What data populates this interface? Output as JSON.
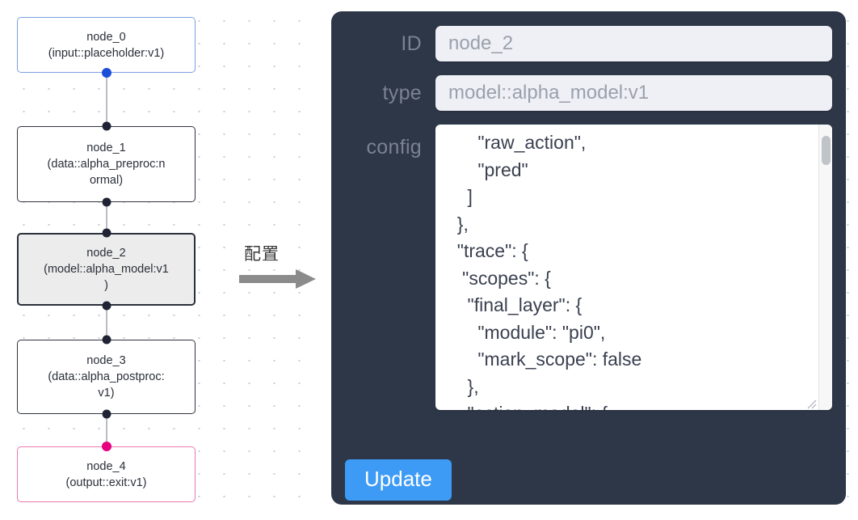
{
  "graph": {
    "nodes": [
      {
        "id": "node_0",
        "type_line": "(input::placeholder:v1)",
        "lines": [
          "node_0",
          "(input::placeholder:v1)"
        ],
        "state": "input",
        "border_color": "#7b9fe0"
      },
      {
        "id": "node_1",
        "type_line": "(data::alpha_preproc:normal)",
        "lines": [
          "node_1",
          "(data::alpha_preproc:n",
          "ormal)"
        ],
        "state": "default",
        "border_color": "#30343f"
      },
      {
        "id": "node_2",
        "type_line": "(model::alpha_model:v1)",
        "lines": [
          "node_2",
          "(model::alpha_model:v1",
          ")"
        ],
        "state": "selected",
        "border_color": "#2b2f3a"
      },
      {
        "id": "node_3",
        "type_line": "(data::alpha_postproc:v1)",
        "lines": [
          "node_3",
          "(data::alpha_postproc:",
          "v1)"
        ],
        "state": "default",
        "border_color": "#30343f"
      },
      {
        "id": "node_4",
        "type_line": "(output::exit:v1)",
        "lines": [
          "node_4",
          "(output::exit:v1)"
        ],
        "state": "output",
        "border_color": "#e87aad"
      }
    ],
    "handle_colors": {
      "default": "#1f2333",
      "input": "#1d4ed8",
      "output": "#e6007e"
    },
    "edge_color": "#b9bcc2"
  },
  "arrow": {
    "label": "配置",
    "color": "#7a7a7a"
  },
  "inspector": {
    "panel_color": "#2e3747",
    "fields": {
      "id": {
        "label": "ID",
        "value": "node_2"
      },
      "type": {
        "label": "type",
        "value": "model::alpha_model:v1"
      },
      "config": {
        "label": "config",
        "value": "      \"raw_action\",\n      \"pred\"\n    ]\n  },\n  \"trace\": {\n   \"scopes\": {\n    \"final_layer\": {\n      \"module\": \"pi0\",\n      \"mark_scope\": false\n    },\n    \"action_model\": {"
      }
    },
    "update_button": {
      "label": "Update",
      "color": "#3d9bf5"
    }
  }
}
